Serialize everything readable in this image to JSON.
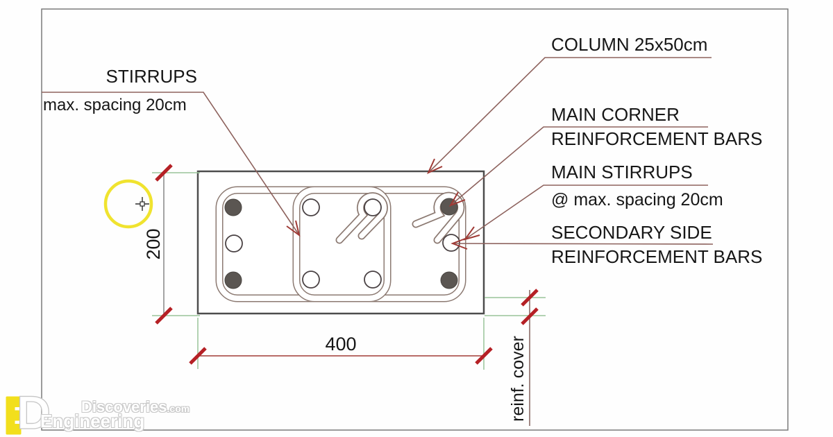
{
  "annotations": {
    "stirrups_title": "STIRRUPS",
    "stirrups_sub": "max. spacing 20cm",
    "column": "COLUMN 25x50cm",
    "main_corner_1": "MAIN CORNER",
    "main_corner_2": "REINFORCEMENT BARS",
    "main_stirrups_1": "MAIN STIRRUPS",
    "main_stirrups_2": "@ max. spacing 20cm",
    "secondary_1": "SECONDARY SIDE",
    "secondary_2": "REINFORCEMENT BARS"
  },
  "dimensions": {
    "width_label": "400",
    "height_label": "200",
    "cover_label": "reinf. cover"
  },
  "watermark": {
    "line1": "Discoveries",
    "line1_suffix": ".com",
    "line2": "Engineering",
    "logo_d": "D"
  },
  "colors": {
    "leader_line": "#8d625d",
    "arrow_red": "#a03a35",
    "tick_red": "#b52025",
    "extension_green": "#99c499",
    "highlight_yellow": "#f0e32f",
    "logo_yellow": "#f2df1c",
    "stirrup_line": "#8c7a72",
    "section_outline": "#4d4d4d"
  }
}
